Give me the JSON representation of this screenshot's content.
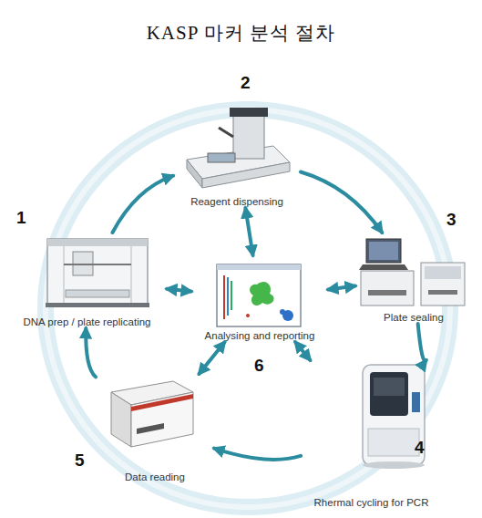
{
  "diagram": {
    "title": "KASP 마커 분석 절차",
    "nodes": [
      {
        "text": [
          "DNA prep / plate replicating"
        ]
      },
      {
        "text": [
          "Reagent dispensing"
        ]
      },
      {
        "text": [
          "Plate sealing"
        ]
      },
      {
        "text": [
          "Rhermal cycling for PCR"
        ]
      },
      {
        "text": [
          "Data reading"
        ]
      },
      {
        "text": [
          "Analysing and reporting"
        ]
      }
    ],
    "edges": [
      {
        "from": 0,
        "to": 1,
        "arrow": "to"
      },
      {
        "from": 1,
        "to": 2,
        "arrow": "to"
      },
      {
        "from": 2,
        "to": 3,
        "arrow": "to"
      },
      {
        "from": 3,
        "to": 4,
        "arrow": "to"
      },
      {
        "from": 4,
        "to": 0,
        "arrow": "to"
      },
      {
        "from": 5,
        "to": 0,
        "arrow": "both"
      },
      {
        "from": 5,
        "to": 1,
        "arrow": "both"
      },
      {
        "from": 5,
        "to": 2,
        "arrow": "both"
      },
      {
        "from": 5,
        "to": 3,
        "arrow": "both"
      },
      {
        "from": 5,
        "to": 4,
        "arrow": "both"
      }
    ],
    "labels": [
      "1",
      "2",
      "3",
      "4",
      "5",
      "6"
    ]
  }
}
